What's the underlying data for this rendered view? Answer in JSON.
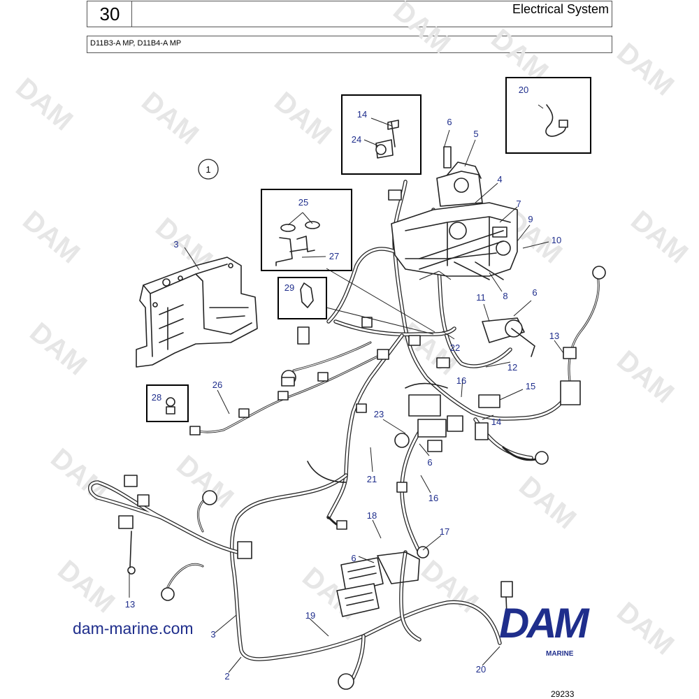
{
  "header": {
    "section_number": "30",
    "section_title": "Electrical System",
    "models": "D11B3-A MP, D11B4-A MP"
  },
  "watermark": {
    "text": "DAM"
  },
  "reference_circle": "1",
  "callouts": [
    "3",
    "14",
    "24",
    "6",
    "5",
    "4",
    "7",
    "9",
    "10",
    "25",
    "27",
    "29",
    "8",
    "11",
    "6",
    "22",
    "12",
    "13",
    "28",
    "26",
    "16",
    "15",
    "23",
    "14",
    "6",
    "21",
    "16",
    "18",
    "17",
    "6",
    "13",
    "19",
    "3",
    "2",
    "20",
    "20"
  ],
  "footer": {
    "website": "dam-marine.com",
    "logo_text": "DAM",
    "logo_sub": "MARINE",
    "figure_number": "29233"
  },
  "colors": {
    "callout": "#1f2e8c",
    "brand": "#1f2e8c",
    "watermark": "#e6e6e6"
  }
}
